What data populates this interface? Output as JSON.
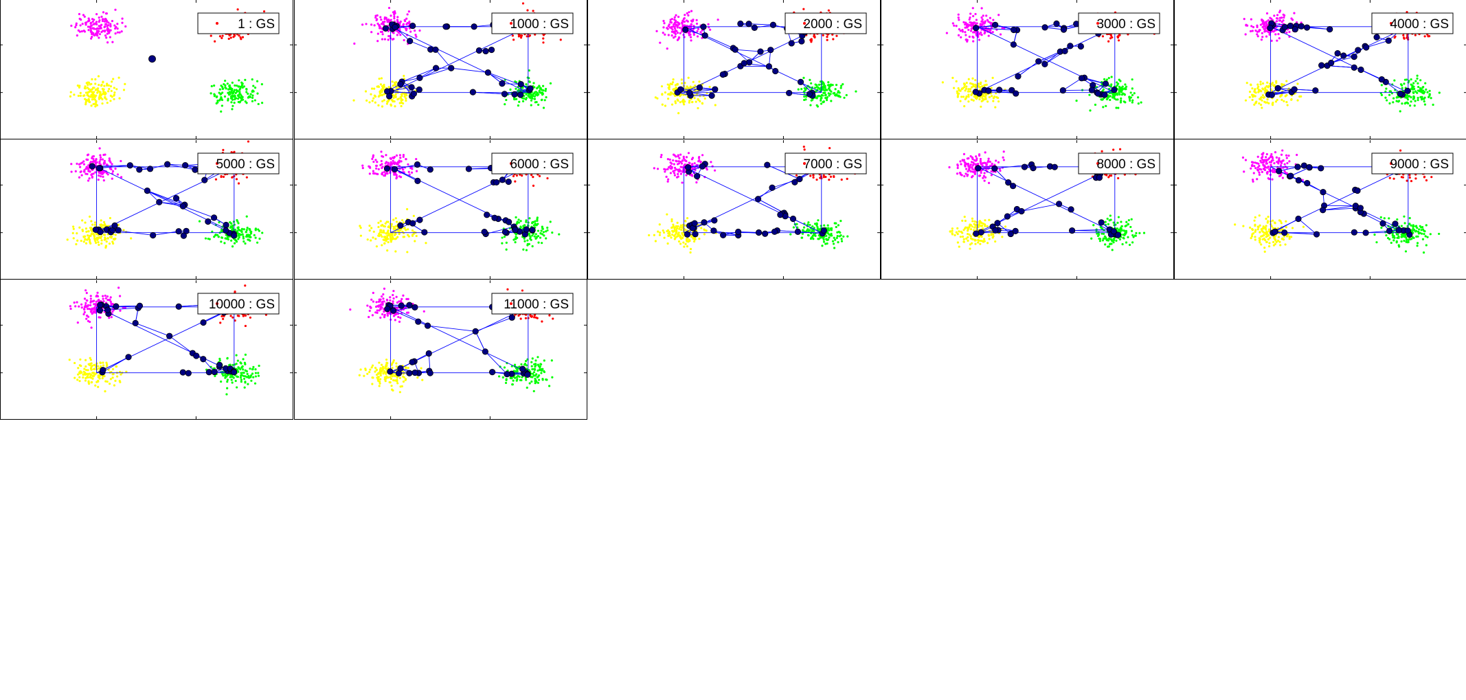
{
  "figure": {
    "layout": {
      "rows": 3,
      "cols": 5
    },
    "colors": {
      "cluster_magenta": "#ff00ff",
      "cluster_red": "#ff0000",
      "cluster_yellow": "#ffff00",
      "cluster_green": "#00ff00",
      "edges": "#0000ff",
      "nodes": "#000080",
      "legend_marker": "#ff0000"
    }
  },
  "chart_data": [
    {
      "type": "scatter",
      "legend": "1 : GS",
      "iteration": 1,
      "centroids": [
        0.5,
        0.5
      ],
      "xlim": [
        0,
        1
      ],
      "ylim": [
        0,
        1
      ],
      "grid": false,
      "legend_placement": "top-right"
    },
    {
      "type": "scatter",
      "legend": "1000 : GS",
      "iteration": 1000,
      "xlim": [
        0,
        1
      ],
      "ylim": [
        0,
        1
      ],
      "grid": false,
      "legend_placement": "top-right"
    },
    {
      "type": "scatter",
      "legend": "2000 : GS",
      "iteration": 2000,
      "xlim": [
        0,
        1
      ],
      "ylim": [
        0,
        1
      ],
      "grid": false,
      "legend_placement": "top-right"
    },
    {
      "type": "scatter",
      "legend": "3000 : GS",
      "iteration": 3000,
      "xlim": [
        0,
        1
      ],
      "ylim": [
        0,
        1
      ],
      "grid": false,
      "legend_placement": "top-right"
    },
    {
      "type": "scatter",
      "legend": "4000 : GS",
      "iteration": 4000,
      "xlim": [
        0,
        1
      ],
      "ylim": [
        0,
        1
      ],
      "grid": false,
      "legend_placement": "top-right"
    },
    {
      "type": "scatter",
      "legend": "5000 : GS",
      "iteration": 5000,
      "xlim": [
        0,
        1
      ],
      "ylim": [
        0,
        1
      ],
      "grid": false,
      "legend_placement": "top-right"
    },
    {
      "type": "scatter",
      "legend": "6000 : GS",
      "iteration": 6000,
      "xlim": [
        0,
        1
      ],
      "ylim": [
        0,
        1
      ],
      "grid": false,
      "legend_placement": "top-right"
    },
    {
      "type": "scatter",
      "legend": "7000 : GS",
      "iteration": 7000,
      "xlim": [
        0,
        1
      ],
      "ylim": [
        0,
        1
      ],
      "grid": false,
      "legend_placement": "top-right"
    },
    {
      "type": "scatter",
      "legend": "8000 : GS",
      "iteration": 8000,
      "xlim": [
        0,
        1
      ],
      "ylim": [
        0,
        1
      ],
      "grid": false,
      "legend_placement": "top-right"
    },
    {
      "type": "scatter",
      "legend": "9000 : GS",
      "iteration": 9000,
      "xlim": [
        0,
        1
      ],
      "ylim": [
        0,
        1
      ],
      "grid": false,
      "legend_placement": "top-right"
    },
    {
      "type": "scatter",
      "legend": "10000 : GS",
      "iteration": 10000,
      "xlim": [
        0,
        1
      ],
      "ylim": [
        0,
        1
      ],
      "grid": false,
      "legend_placement": "top-right"
    },
    {
      "type": "scatter",
      "legend": "11000 : GS",
      "iteration": 11000,
      "xlim": [
        0,
        1
      ],
      "ylim": [
        0,
        1
      ],
      "grid": false,
      "legend_placement": "top-right"
    }
  ]
}
